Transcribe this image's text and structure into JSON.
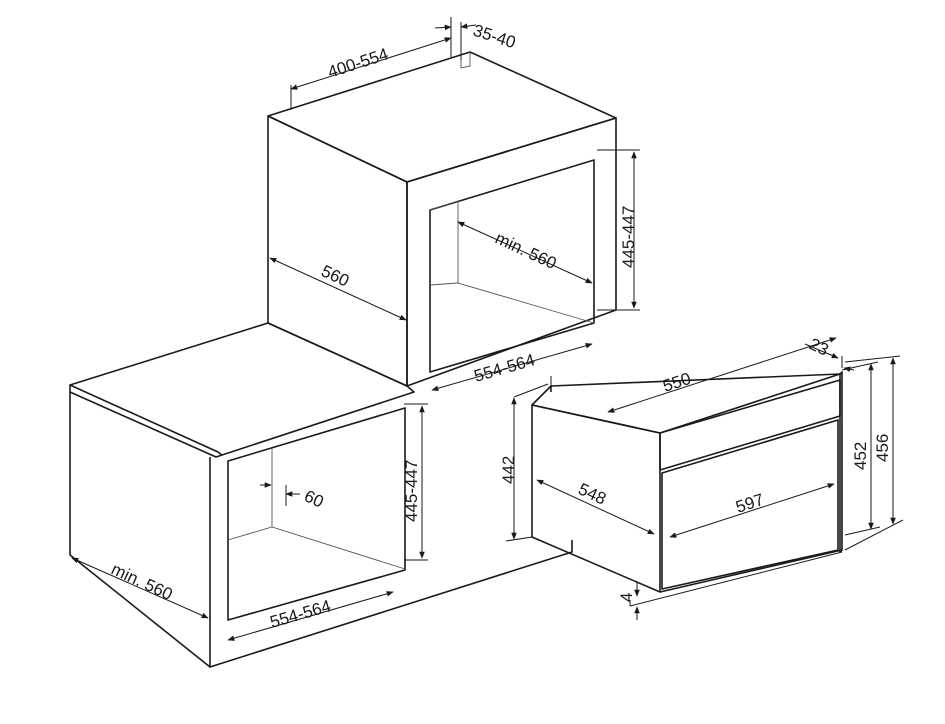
{
  "labels": {
    "tall_depth": "400-554",
    "tall_gap": "35-40",
    "tall_width_side": "560",
    "tall_inner_depth": "min. 560",
    "tall_height": "445-447",
    "tall_width": "554-564",
    "base_height": "445-447",
    "base_back_gap": "60",
    "base_depth": "min. 560",
    "base_width": "554-564",
    "oven_top_depth": "550",
    "oven_panel": "23",
    "oven_body_height": "442",
    "oven_height_452": "452",
    "oven_height_456": "456",
    "oven_side_depth": "548",
    "oven_front_width": "597",
    "oven_bottom_gap": "4"
  }
}
